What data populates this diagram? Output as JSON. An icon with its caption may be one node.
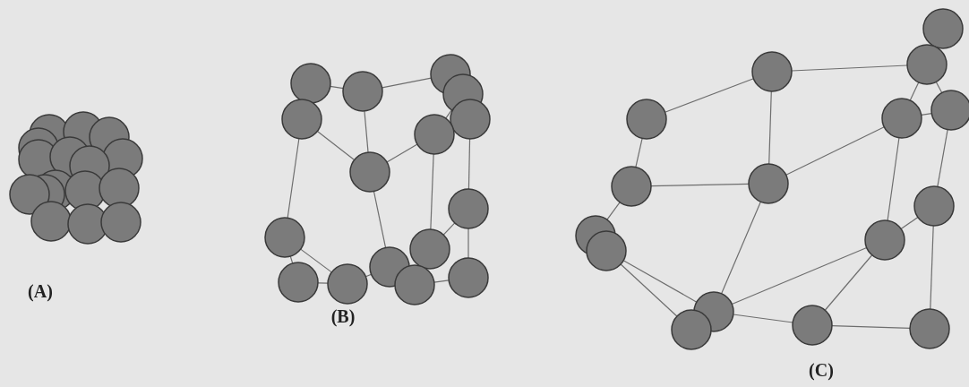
{
  "diagram": {
    "nodes": [
      {
        "text": [],
        "shape": "circle"
      },
      {
        "text": [],
        "shape": "circle"
      },
      {
        "text": [],
        "shape": "circle"
      },
      {
        "text": [],
        "shape": "circle"
      },
      {
        "text": [],
        "shape": "circle"
      },
      {
        "text": [],
        "shape": "circle"
      },
      {
        "text": [],
        "shape": "circle"
      },
      {
        "text": [],
        "shape": "circle"
      },
      {
        "text": [],
        "shape": "circle"
      },
      {
        "text": [],
        "shape": "circle"
      },
      {
        "text": [],
        "shape": "circle"
      },
      {
        "text": [],
        "shape": "circle"
      },
      {
        "text": [],
        "shape": "circle"
      },
      {
        "text": [],
        "shape": "circle"
      },
      {
        "text": [],
        "shape": "circle"
      },
      {
        "text": [],
        "shape": "circle"
      },
      {
        "text": [],
        "shape": "circle"
      },
      {
        "text": [],
        "shape": "circle"
      },
      {
        "text": [],
        "shape": "circle"
      },
      {
        "text": [],
        "shape": "circle"
      },
      {
        "text": [],
        "shape": "circle"
      },
      {
        "text": [],
        "shape": "circle"
      },
      {
        "text": [],
        "shape": "circle"
      },
      {
        "text": [],
        "shape": "circle"
      },
      {
        "text": [],
        "shape": "circle"
      },
      {
        "text": [],
        "shape": "circle"
      },
      {
        "text": [],
        "shape": "circle"
      },
      {
        "text": [],
        "shape": "circle"
      },
      {
        "text": [],
        "shape": "circle"
      },
      {
        "text": [],
        "shape": "circle"
      },
      {
        "text": [],
        "shape": "circle"
      },
      {
        "text": [],
        "shape": "circle"
      }
    ],
    "edges": [
      {
        "from": 0,
        "to": 1,
        "arrow": "none"
      },
      {
        "from": 1,
        "to": 2,
        "arrow": "none"
      },
      {
        "from": 1,
        "to": 7,
        "arrow": "none"
      },
      {
        "from": 5,
        "to": 7,
        "arrow": "none"
      },
      {
        "from": 7,
        "to": 6,
        "arrow": "none"
      },
      {
        "from": 6,
        "to": 3,
        "arrow": "none"
      },
      {
        "from": 5,
        "to": 9,
        "arrow": "none"
      },
      {
        "from": 7,
        "to": 13,
        "arrow": "none"
      },
      {
        "from": 6,
        "to": 10,
        "arrow": "none"
      },
      {
        "from": 4,
        "to": 8,
        "arrow": "none"
      },
      {
        "from": 8,
        "to": 10,
        "arrow": "none"
      },
      {
        "from": 8,
        "to": 15,
        "arrow": "none"
      },
      {
        "from": 9,
        "to": 11,
        "arrow": "none"
      },
      {
        "from": 9,
        "to": 12,
        "arrow": "none"
      },
      {
        "from": 11,
        "to": 12,
        "arrow": "none"
      },
      {
        "from": 12,
        "to": 13,
        "arrow": "none"
      },
      {
        "from": 14,
        "to": 15,
        "arrow": "none"
      },
      {
        "from": 18,
        "to": 19,
        "arrow": "none"
      },
      {
        "from": 18,
        "to": 17,
        "arrow": "none"
      },
      {
        "from": 18,
        "to": 23,
        "arrow": "none"
      },
      {
        "from": 17,
        "to": 20,
        "arrow": "none"
      },
      {
        "from": 17,
        "to": 21,
        "arrow": "none"
      },
      {
        "from": 20,
        "to": 21,
        "arrow": "none"
      },
      {
        "from": 19,
        "to": 22,
        "arrow": "none"
      },
      {
        "from": 22,
        "to": 23,
        "arrow": "none"
      },
      {
        "from": 23,
        "to": 20,
        "arrow": "none"
      },
      {
        "from": 22,
        "to": 25,
        "arrow": "none"
      },
      {
        "from": 26,
        "to": 29,
        "arrow": "none"
      },
      {
        "from": 26,
        "to": 28,
        "arrow": "none"
      },
      {
        "from": 23,
        "to": 28,
        "arrow": "none"
      },
      {
        "from": 28,
        "to": 27,
        "arrow": "none"
      },
      {
        "from": 20,
        "to": 27,
        "arrow": "none"
      },
      {
        "from": 27,
        "to": 24,
        "arrow": "none"
      },
      {
        "from": 21,
        "to": 24,
        "arrow": "none"
      },
      {
        "from": 27,
        "to": 30,
        "arrow": "none"
      },
      {
        "from": 24,
        "to": 31,
        "arrow": "none"
      },
      {
        "from": 28,
        "to": 30,
        "arrow": "none"
      },
      {
        "from": 30,
        "to": 31,
        "arrow": "none"
      }
    ],
    "labels": [
      "(A)",
      "(B)",
      "(C)"
    ]
  }
}
